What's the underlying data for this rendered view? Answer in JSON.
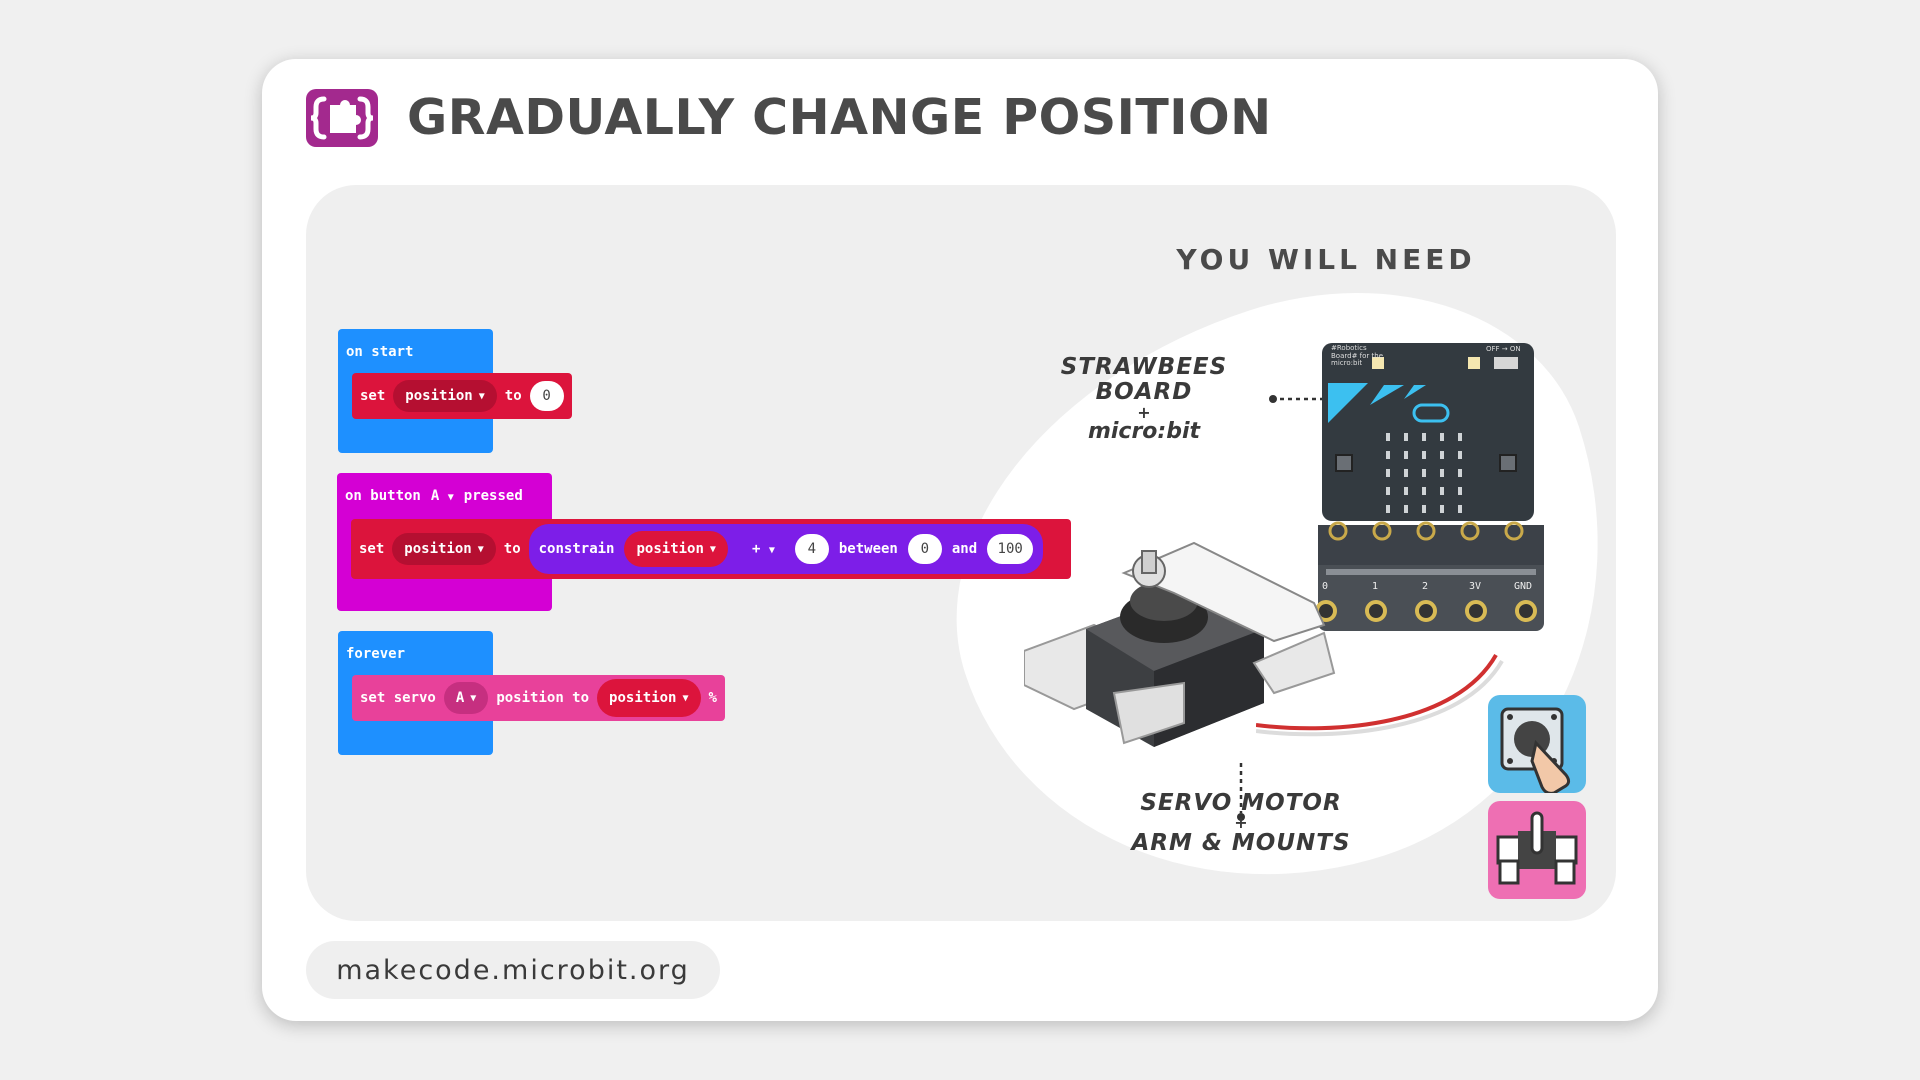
{
  "header": {
    "title": "GRADUALLY CHANGE POSITION",
    "logo_icon": "puzzle-braces-icon"
  },
  "colors": {
    "logo": "#a3298e",
    "start_block": "#1e90ff",
    "set_block": "#dc143c",
    "button_block": "#d400d4",
    "constrain_block": "#7d1ee8",
    "servo_block": "#e8419a",
    "servo_var": "#dc143c",
    "tile_blue": "#5bbbe8",
    "tile_pink": "#ee6fb3"
  },
  "code": {
    "on_start": {
      "label": "on start",
      "set_label": "set",
      "var": "position",
      "to_label": "to",
      "value": "0"
    },
    "on_button": {
      "label_on": "on button",
      "button": "A",
      "label_pressed": "pressed",
      "set_label": "set",
      "var": "position",
      "to_label": "to",
      "constrain_label": "constrain",
      "constrain_var": "position",
      "operator": "+",
      "operand": "4",
      "between_label": "between",
      "low": "0",
      "and_label": "and",
      "high": "100"
    },
    "forever": {
      "label": "forever",
      "set_servo_label": "set servo",
      "servo": "A",
      "position_to_label": "position to",
      "var": "position",
      "unit": "%"
    }
  },
  "needs": {
    "title": "YOU WILL NEED",
    "board_label_1": "STRAWBEES BOARD",
    "board_plus": "+",
    "board_label_2": "micro:bit",
    "servo_label_1": "SERVO MOTOR",
    "servo_plus": "+",
    "servo_label_2": "ARM & MOUNTS",
    "board_text": "#Robotics Board# for the micro:bit",
    "board_switch": "OFF → ON",
    "pins": [
      "0",
      "1",
      "2",
      "3V",
      "GND"
    ]
  },
  "footer": {
    "url": "makecode.microbit.org"
  }
}
